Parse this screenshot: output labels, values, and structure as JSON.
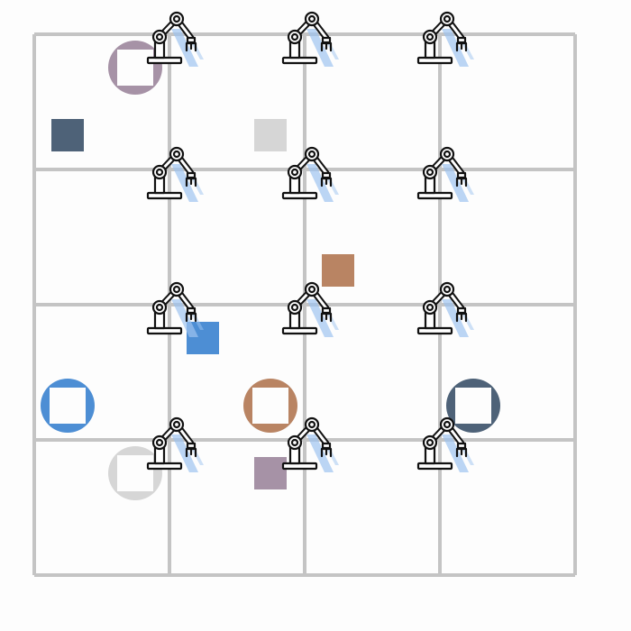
{
  "game": {
    "grid": {
      "rows": 4,
      "cols": 4,
      "line_color": "#c4c4c4"
    },
    "robot_arm_icon": "robot-arm-icon",
    "beam_color": "#9ec3f0",
    "robots": [
      {
        "row": 0,
        "col": 1
      },
      {
        "row": 0,
        "col": 2
      },
      {
        "row": 0,
        "col": 3
      },
      {
        "row": 1,
        "col": 1
      },
      {
        "row": 1,
        "col": 2
      },
      {
        "row": 1,
        "col": 3
      },
      {
        "row": 2,
        "col": 1
      },
      {
        "row": 2,
        "col": 2
      },
      {
        "row": 2,
        "col": 3
      },
      {
        "row": 3,
        "col": 1
      },
      {
        "row": 3,
        "col": 2
      },
      {
        "row": 3,
        "col": 3
      }
    ],
    "blocks": [
      {
        "color": "#4e6278",
        "row": 0,
        "col": 0,
        "quadrant": "bottom-left"
      },
      {
        "color": "#d6d6d6",
        "row": 0,
        "col": 1,
        "quadrant": "bottom-right"
      },
      {
        "color": "#b98463",
        "row": 1,
        "col": 2,
        "quadrant": "bottom-left"
      },
      {
        "color": "#4d8ed4",
        "row": 2,
        "col": 1,
        "quadrant": "top-left"
      },
      {
        "color": "#a692a6",
        "row": 3,
        "col": 1,
        "quadrant": "top-right"
      }
    ],
    "targets": [
      {
        "color": "#a692a6",
        "row": 0,
        "col": 0,
        "quadrant": "top-right"
      },
      {
        "color": "#4d8ed4",
        "row": 2,
        "col": 0,
        "quadrant": "bottom-left"
      },
      {
        "color": "#b98463",
        "row": 2,
        "col": 1,
        "quadrant": "bottom-right"
      },
      {
        "color": "#4e6278",
        "row": 2,
        "col": 3,
        "quadrant": "bottom-left"
      },
      {
        "color": "#d6d6d6",
        "row": 3,
        "col": 0,
        "quadrant": "top-right"
      }
    ]
  }
}
